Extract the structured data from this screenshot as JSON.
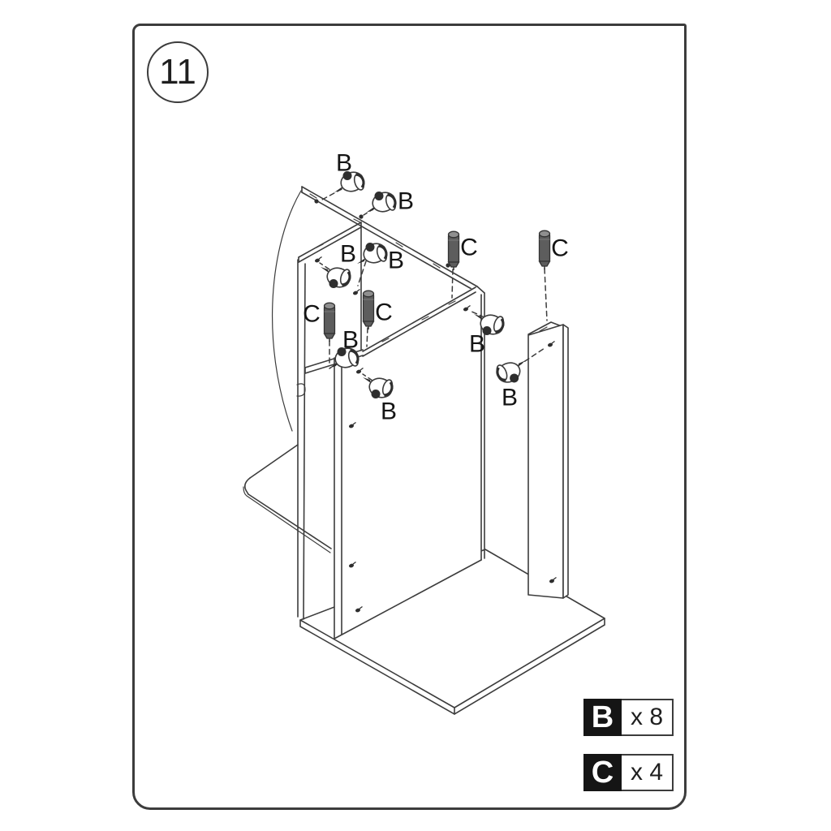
{
  "page": {
    "step_number": "11",
    "background_color": "#ffffff",
    "frame_border_color": "#3c3c3c"
  },
  "diagram": {
    "callouts": [
      {
        "label": "B"
      },
      {
        "label": "B"
      },
      {
        "label": "B"
      },
      {
        "label": "B"
      },
      {
        "label": "B"
      },
      {
        "label": "B"
      },
      {
        "label": "B"
      },
      {
        "label": "B"
      },
      {
        "label": "C"
      },
      {
        "label": "C"
      },
      {
        "label": "C"
      },
      {
        "label": "C"
      }
    ],
    "hardware_icons": {
      "B": "cam-lock-bolt-icon",
      "C": "dowel-pin-icon"
    }
  },
  "legend": {
    "rows": [
      {
        "part_letter": "B",
        "quantity": "x 8"
      },
      {
        "part_letter": "C",
        "quantity": "x 4"
      }
    ]
  },
  "colors": {
    "line": "#3c3c3c",
    "label_text": "#141414",
    "legend_box_bg": "#151515",
    "legend_box_text": "#ffffff",
    "hardware_dark": "#5d5d5d"
  }
}
